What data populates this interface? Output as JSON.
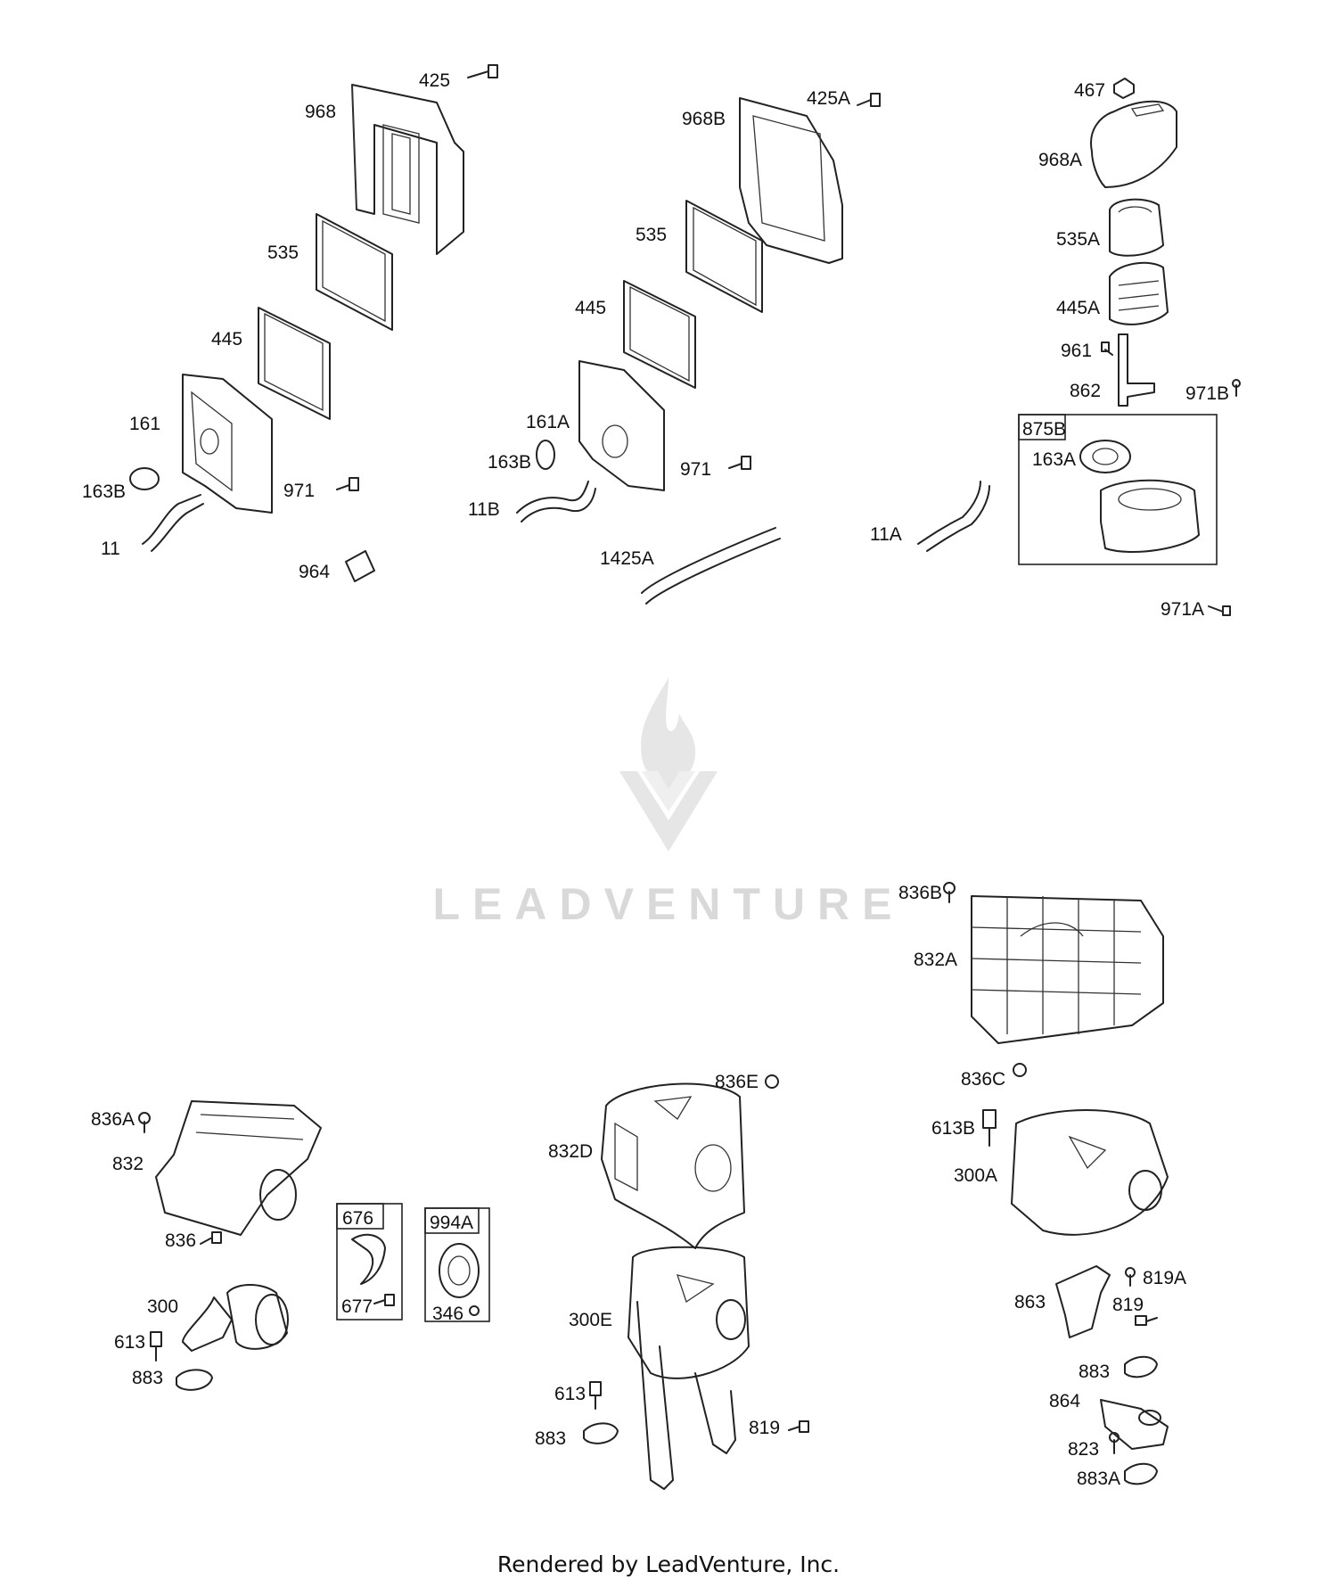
{
  "footer_text": "Rendered by LeadVenture, Inc.",
  "watermark_text": "LEADVENTURE",
  "colors": {
    "line": "#222222",
    "watermark": "#d9d9d9"
  },
  "callouts": {
    "c425": "425",
    "c968": "968",
    "c535": "535",
    "c445": "445",
    "c161": "161",
    "c163B": "163B",
    "c971": "971",
    "c11": "11",
    "c964": "964",
    "c425A": "425A",
    "c968B": "968B",
    "c535_2": "535",
    "c445_2": "445",
    "c161A": "161A",
    "c163B_2": "163B",
    "c971_2": "971",
    "c11B": "11B",
    "c1425A": "1425A",
    "c467": "467",
    "c968A": "968A",
    "c535A": "535A",
    "c445A": "445A",
    "c961": "961",
    "c862": "862",
    "c971B": "971B",
    "c875B": "875B",
    "c163A": "163A",
    "c11A": "11A",
    "c971A": "971A",
    "c836B": "836B",
    "c832A": "832A",
    "c836C": "836C",
    "c613B": "613B",
    "c300A": "300A",
    "c863": "863",
    "c819A": "819A",
    "c819": "819",
    "c883": "883",
    "c864": "864",
    "c823": "823",
    "c883A": "883A",
    "c836A": "836A",
    "c832": "832",
    "c836": "836",
    "c300": "300",
    "c613": "613",
    "c883_2": "883",
    "c676": "676",
    "c677": "677",
    "c994A": "994A",
    "c346": "346",
    "c836E": "836E",
    "c832D": "832D",
    "c300E": "300E",
    "c613_2": "613",
    "c883_3": "883",
    "c819_2": "819"
  }
}
